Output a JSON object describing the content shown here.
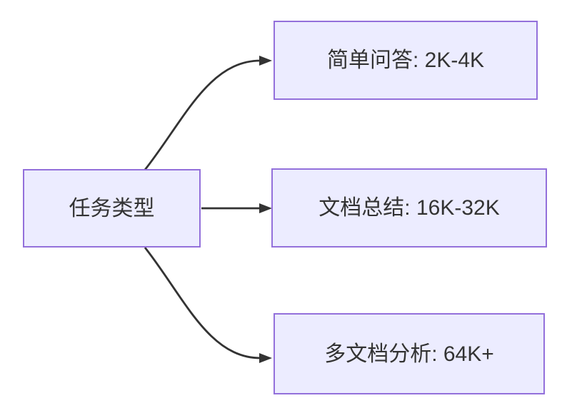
{
  "diagram": {
    "type": "flowchart",
    "direction": "left-to-right",
    "background_color": "#ffffff",
    "node_fill_color": "#ECECFF",
    "node_border_color": "#9370DB",
    "edge_color": "#333333",
    "text_color": "#333333",
    "nodes": [
      {
        "id": "task-type",
        "label": "任务类型"
      },
      {
        "id": "simple-qa",
        "label": "简单问答: 2K-4K"
      },
      {
        "id": "doc-summary",
        "label": "文档总结: 16K-32K"
      },
      {
        "id": "multi-doc",
        "label": "多文档分析: 64K+"
      }
    ],
    "edges": [
      {
        "from": "task-type",
        "to": "simple-qa",
        "style": "curved-up"
      },
      {
        "from": "task-type",
        "to": "doc-summary",
        "style": "straight"
      },
      {
        "from": "task-type",
        "to": "multi-doc",
        "style": "curved-down"
      }
    ]
  }
}
